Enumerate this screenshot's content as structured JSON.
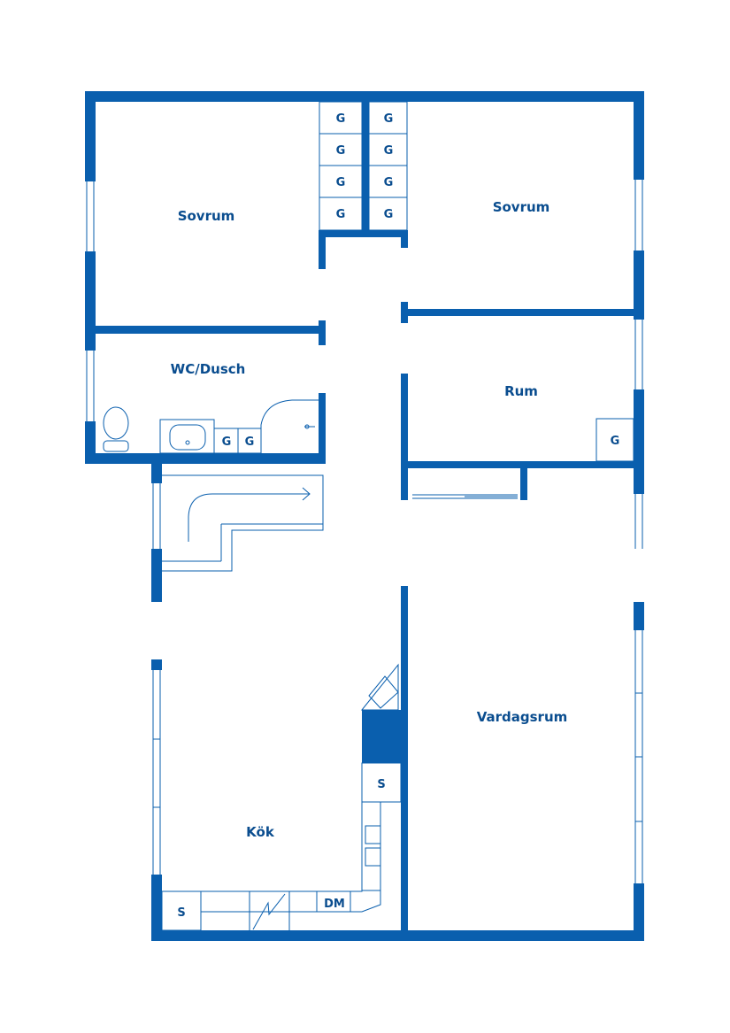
{
  "colors": {
    "wall": "#0a5fae",
    "line": "#0a5fae",
    "text": "#0a4d8f",
    "background": "#ffffff"
  },
  "rooms": {
    "sovrum_left": "Sovrum",
    "sovrum_right": "Sovrum",
    "wc_dusch": "WC/Dusch",
    "rum": "Rum",
    "vardagsrum": "Vardagsrum",
    "kok": "Kök"
  },
  "fixtures": {
    "wardrobe": "G",
    "stove": "S",
    "dishwasher": "DM"
  }
}
